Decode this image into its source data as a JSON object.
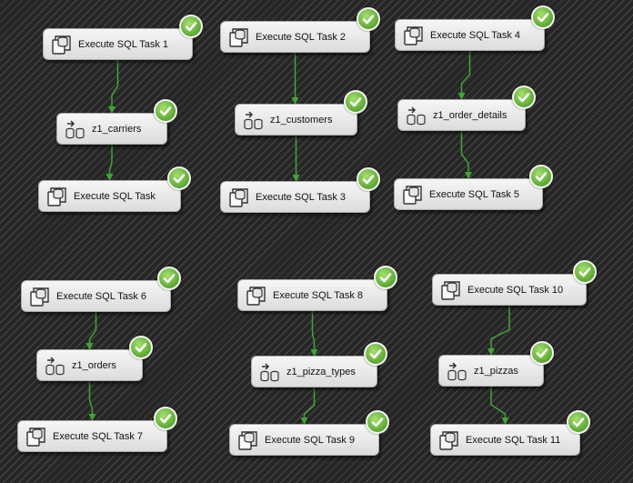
{
  "tasks": [
    {
      "id": "t1",
      "label": "Execute SQL Task 1",
      "icon": "execute-sql-icon",
      "status": "success"
    },
    {
      "id": "c1",
      "label": "z1_carriers",
      "icon": "data-flow-icon",
      "status": "success"
    },
    {
      "id": "t0",
      "label": "Execute SQL Task",
      "icon": "execute-sql-icon",
      "status": "success"
    },
    {
      "id": "t2",
      "label": "Execute SQL Task 2",
      "icon": "execute-sql-icon",
      "status": "success"
    },
    {
      "id": "c2",
      "label": "z1_customers",
      "icon": "data-flow-icon",
      "status": "success"
    },
    {
      "id": "t3",
      "label": "Execute SQL Task 3",
      "icon": "execute-sql-icon",
      "status": "success"
    },
    {
      "id": "t4",
      "label": "Execute SQL Task 4",
      "icon": "execute-sql-icon",
      "status": "success"
    },
    {
      "id": "c3",
      "label": "z1_order_details",
      "icon": "data-flow-icon",
      "status": "success"
    },
    {
      "id": "t5",
      "label": "Execute SQL Task 5",
      "icon": "execute-sql-icon",
      "status": "success"
    },
    {
      "id": "t6",
      "label": "Execute SQL Task 6",
      "icon": "execute-sql-icon",
      "status": "success"
    },
    {
      "id": "c4",
      "label": "z1_orders",
      "icon": "data-flow-icon",
      "status": "success"
    },
    {
      "id": "t7",
      "label": "Execute SQL Task 7",
      "icon": "execute-sql-icon",
      "status": "success"
    },
    {
      "id": "t8",
      "label": "Execute SQL Task 8",
      "icon": "execute-sql-icon",
      "status": "success"
    },
    {
      "id": "c5",
      "label": "z1_pizza_types",
      "icon": "data-flow-icon",
      "status": "success"
    },
    {
      "id": "t9",
      "label": "Execute SQL Task 9",
      "icon": "execute-sql-icon",
      "status": "success"
    },
    {
      "id": "t10",
      "label": "Execute SQL Task 10",
      "icon": "execute-sql-icon",
      "status": "success"
    },
    {
      "id": "c6",
      "label": "z1_pizzas",
      "icon": "data-flow-icon",
      "status": "success"
    },
    {
      "id": "t11",
      "label": "Execute SQL Task 11",
      "icon": "execute-sql-icon",
      "status": "success"
    }
  ],
  "connections": [
    {
      "from": "t1",
      "to": "c1"
    },
    {
      "from": "c1",
      "to": "t0"
    },
    {
      "from": "t2",
      "to": "c2"
    },
    {
      "from": "c2",
      "to": "t3"
    },
    {
      "from": "t4",
      "to": "c3"
    },
    {
      "from": "c3",
      "to": "t5"
    },
    {
      "from": "t6",
      "to": "c4"
    },
    {
      "from": "c4",
      "to": "t7"
    },
    {
      "from": "t8",
      "to": "c5"
    },
    {
      "from": "c5",
      "to": "t9"
    },
    {
      "from": "t10",
      "to": "c6"
    },
    {
      "from": "c6",
      "to": "t11"
    }
  ],
  "colors": {
    "precedence": "#3fa535",
    "success": "#6cc03d"
  }
}
